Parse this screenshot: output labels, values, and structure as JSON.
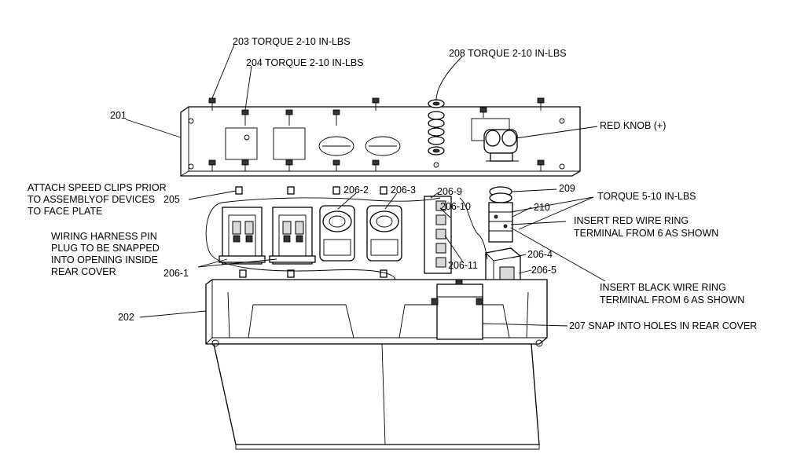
{
  "callouts": {
    "c203": "203 TORQUE 2-10 IN-LBS",
    "c204": "204 TORQUE 2-10 IN-LBS",
    "c208": "208 TORQUE 2-10 IN-LBS",
    "c201": "201",
    "red_knob": "RED KNOB (+)",
    "speed_clips_1": "ATTACH SPEED CLIPS PRIOR",
    "speed_clips_2": "TO ASSEMBLYOF DEVICES",
    "speed_clips_3": "TO FACE PLATE",
    "c205": "205",
    "c206_2": "206-2",
    "c206_3": "206-3",
    "c206_9": "206-9",
    "c209": "209",
    "torque_5_10": "TORQUE 5-10 IN-LBS",
    "c206_10": "206-10",
    "c210": "210",
    "red_wire_1": "INSERT RED WIRE RING",
    "red_wire_2": "TERMINAL FROM 6 AS SHOWN",
    "harness_1": "WIRING HARNESS PIN",
    "harness_2": "PLUG TO BE SNAPPED",
    "harness_3": "INTO OPENING INSIDE",
    "harness_4": "REAR COVER",
    "c206_1": "206-1",
    "c206_11": "206-11",
    "c206_4": "206-4",
    "c206_5": "206-5",
    "black_wire_1": "INSERT BLACK WIRE RING",
    "black_wire_2": "TERMINAL FROM 6 AS SHOWN",
    "c202": "202",
    "c207": "207 SNAP INTO HOLES IN REAR COVER"
  }
}
